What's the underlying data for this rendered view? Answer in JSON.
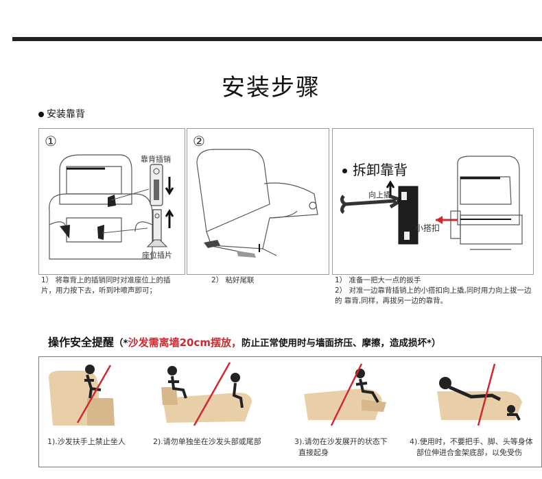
{
  "main_title": "安装步骤",
  "section_install": "安装靠背",
  "steps": [
    {
      "num": "①",
      "label_top": "靠背插销",
      "label_bottom": "座位插片",
      "desc_lines": [
        "1） 将靠背上的插销同时对准座位上的插",
        "片，用力按下去，听到咔嚓声即可；"
      ]
    },
    {
      "num": "②",
      "desc_lines": [
        "2） 粘好尾联"
      ]
    },
    {
      "heading": "拆卸靠背",
      "label_up": "向上撬",
      "label_clip": "小搭扣",
      "desc_lines": [
        "1） 准备一把大一点的扳手",
        "2） 对准一边靠背插销上的小搭扣向上撬,同时用力向上拔一边",
        "的     靠背,同样，再拔另一边的靠背。"
      ]
    }
  ],
  "safety": {
    "heading": "操作安全提醒",
    "open_paren": "（*",
    "red_text": "沙发需离墙20cm摆放，",
    "black_text": "防止正常使用时与墙面挤压、摩擦，造成损坏*）"
  },
  "warnings": [
    {
      "lines": [
        "1).沙发扶手上禁止坐人"
      ]
    },
    {
      "lines": [
        "2).请勿单独坐在沙发头部或尾部"
      ]
    },
    {
      "lines": [
        "3).请勿在沙发展开的状态下",
        "直接起身"
      ]
    },
    {
      "lines": [
        "4).使用时，不要把手、脚、头等身体",
        "部位伸进合金架底部，以免受伤"
      ]
    }
  ],
  "colors": {
    "accent_red": "#d0282e",
    "sofa_beige": "#e8cfa8",
    "sofa_shadow": "#d6b88c"
  }
}
